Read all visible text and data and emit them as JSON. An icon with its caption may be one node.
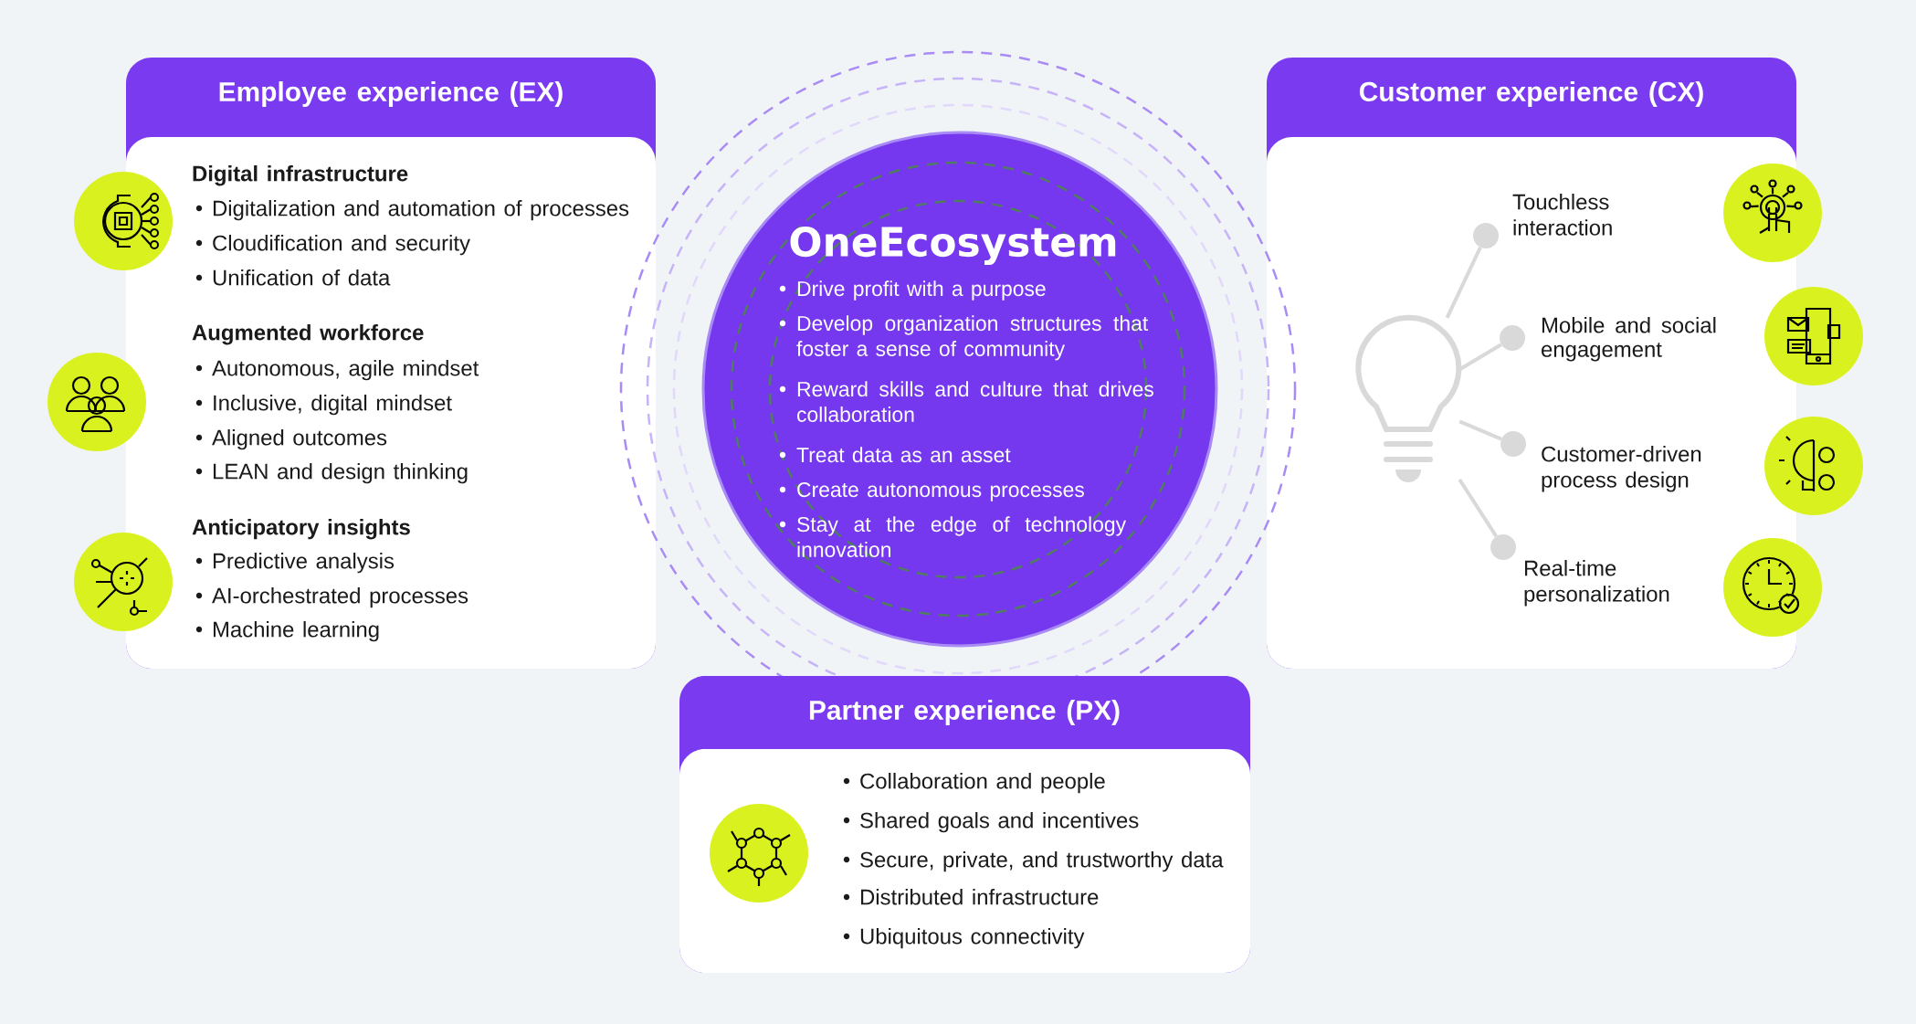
{
  "diagram": {
    "nodes": [
      {
        "text": [
          "Employee experience (EX)",
          "Digital infrastructure",
          "Digitalization and automation of processes",
          "Cloudification and security",
          "Unification of data",
          "Augmented workforce",
          "Autonomous, agile mindset",
          "Inclusive, digital mindset",
          "Aligned outcomes",
          "LEAN and design thinking",
          "Anticipatory insights",
          "Predictive analysis",
          "AI-orchestrated processes",
          "Machine learning"
        ]
      },
      {
        "text": [
          "OneEcosystem",
          "Drive profit with a purpose",
          "Develop organization structures that foster a sense of community",
          "Reward skills and culture that drives collaboration",
          "Treat data as an asset",
          "Create autonomous processes",
          "Stay at the edge of technology innovation"
        ]
      },
      {
        "text": [
          "Customer experience (CX)"
        ]
      },
      {
        "text": [],
        "shape": "lightbulb",
        "in": 2
      },
      {
        "text": [],
        "shape": "circle",
        "in": 2,
        "beside": [
          "Touchless interaction"
        ]
      },
      {
        "text": [],
        "shape": "circle",
        "in": 2,
        "beside": [
          "Mobile and social engagement"
        ]
      },
      {
        "text": [],
        "shape": "circle",
        "in": 2,
        "beside": [
          "Customer-driven process design"
        ]
      },
      {
        "text": [],
        "shape": "circle",
        "in": 2,
        "beside": [
          "Real-time personalization"
        ]
      },
      {
        "text": [
          "Partner experience (PX)",
          "Collaboration and people",
          "Shared goals and incentives",
          "Secure, private, and trustworthy data",
          "Distributed infrastructure",
          "Ubiquitous connectivity"
        ]
      }
    ],
    "edges": [
      {
        "from": 3,
        "to": 4,
        "arrow": "none"
      },
      {
        "from": 3,
        "to": 5,
        "arrow": "none"
      },
      {
        "from": 3,
        "to": 6,
        "arrow": "none"
      },
      {
        "from": 3,
        "to": 7,
        "arrow": "none"
      }
    ]
  }
}
